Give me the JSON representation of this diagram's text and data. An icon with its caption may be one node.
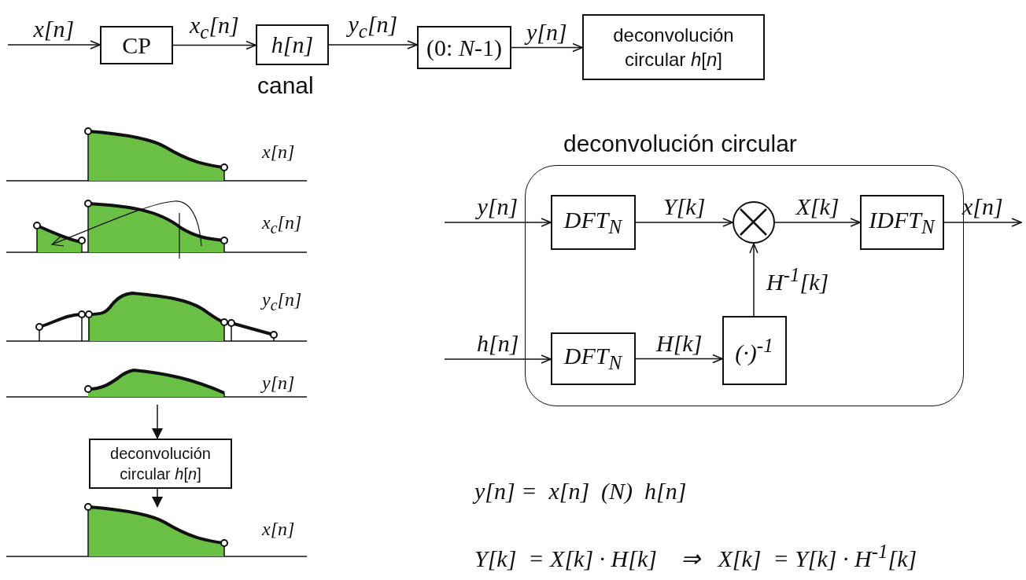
{
  "diagram": {
    "nodes": [
      {
        "text": [
          "CP"
        ]
      },
      {
        "text": [
          "h[n]"
        ],
        "beside": [
          "canal"
        ]
      },
      {
        "text": [
          "(0: *N*-1)"
        ]
      },
      {
        "text": [
          "deconvolución circular *h*[*n*]"
        ]
      },
      {
        "text": [
          "deconvolución circular *h*[*n*]"
        ]
      },
      {
        "text": [
          "deconvolución circular"
        ]
      },
      {
        "text": [
          "DFT$_{N}$"
        ],
        "in": 5
      },
      {
        "text": [],
        "shape": "circle",
        "in": 5
      },
      {
        "text": [
          "IDFT$_{N}$"
        ],
        "in": 5
      },
      {
        "text": [
          "DFT$_{N}$"
        ],
        "in": 5
      },
      {
        "text": [
          "(·)$^{-1}$"
        ],
        "in": 5
      }
    ],
    "edges": [
      {
        "from": null,
        "to": 0,
        "arrow": "to",
        "label": "x[n]"
      },
      {
        "from": 0,
        "to": 1,
        "arrow": "to",
        "label": "x$_{c}$[n]"
      },
      {
        "from": 1,
        "to": 2,
        "arrow": "to",
        "label": "y$_{c}$[n]"
      },
      {
        "from": 2,
        "to": 3,
        "arrow": "to",
        "label": "y[n]"
      },
      {
        "from": null,
        "to": 6,
        "arrow": "to",
        "label": "y[n]"
      },
      {
        "from": 6,
        "to": 7,
        "arrow": "to",
        "label": "Y[k]"
      },
      {
        "from": 7,
        "to": 8,
        "arrow": "to",
        "label": "X[k]"
      },
      {
        "from": 8,
        "to": null,
        "arrow": "to",
        "label": "x[n]"
      },
      {
        "from": null,
        "to": 9,
        "arrow": "to",
        "label": "h[n]"
      },
      {
        "from": 9,
        "to": 10,
        "arrow": "to",
        "label": "H[k]"
      },
      {
        "from": 10,
        "to": 7,
        "arrow": "to",
        "label": "H$^{-1}$[k]"
      },
      {
        "from": null,
        "to": 4,
        "arrow": "to"
      },
      {
        "from": 4,
        "to": null,
        "arrow": "to"
      }
    ],
    "labels": [
      "x[n]",
      "x$_{c}$[n]",
      "y$_{c}$[n]",
      "y[n]",
      "x[n]",
      "y[n] =  x[n]  (N)  h[n]",
      "Y[k]  = X[k] · H[k]    ⇒   X[k]  = Y[k] · H$^{-1}$[k]"
    ]
  }
}
